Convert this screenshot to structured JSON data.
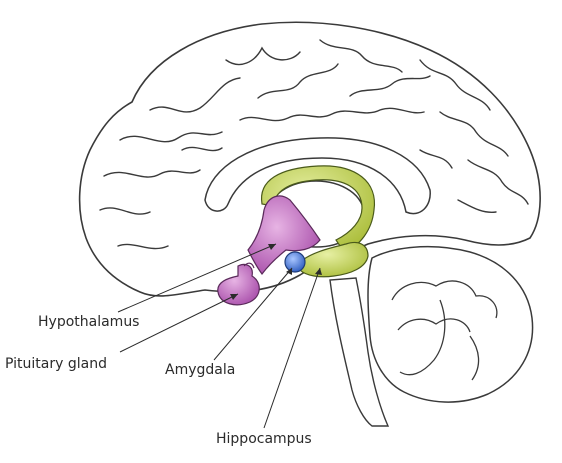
{
  "labels": {
    "hypothalamus": "Hypothalamus",
    "pituitary": "Pituitary gland",
    "amygdala": "Amygdala",
    "hippocampus": "Hippocampus"
  },
  "colors": {
    "hypothalamus": "#b35fb8",
    "pituitary": "#c25cb0",
    "amygdala": "#3d6fd0",
    "hippocampus": "#b5c84a",
    "outline": "#3a3a3a"
  }
}
